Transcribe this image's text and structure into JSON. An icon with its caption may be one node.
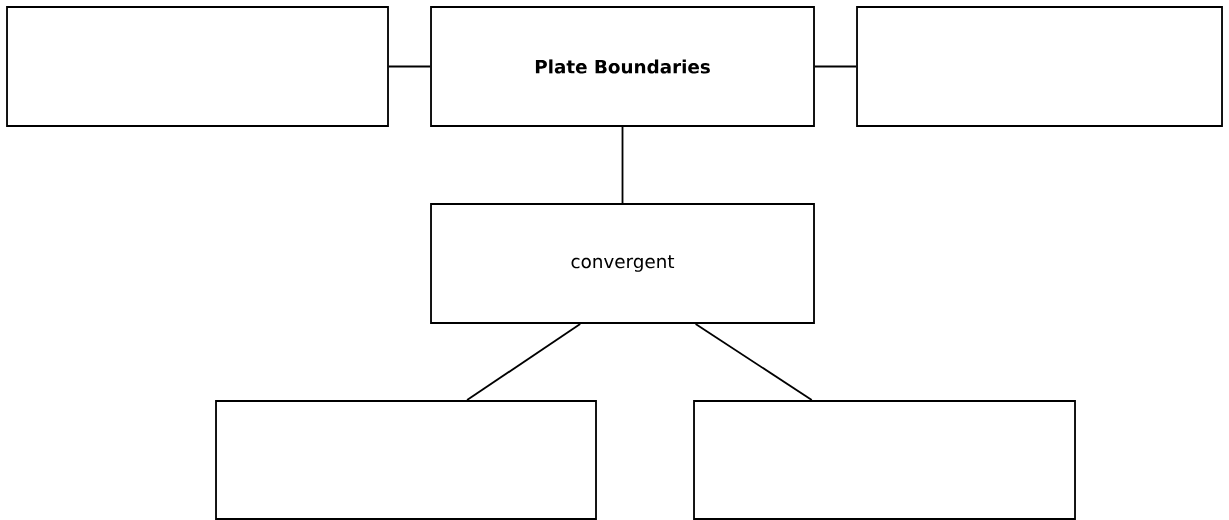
{
  "diagram": {
    "nodes": [
      {
        "text": [],
        "shape": "box"
      },
      {
        "text": [
          "**Plate Boundaries**"
        ]
      },
      {
        "text": [],
        "shape": "box"
      },
      {
        "text": [
          "convergent"
        ]
      },
      {
        "text": [],
        "shape": "box"
      },
      {
        "text": [],
        "shape": "box"
      }
    ],
    "edges": [
      {
        "from": 1,
        "to": 0,
        "arrow": "none"
      },
      {
        "from": 1,
        "to": 2,
        "arrow": "none"
      },
      {
        "from": 1,
        "to": 3,
        "arrow": "none"
      },
      {
        "from": 3,
        "to": 4,
        "arrow": "none"
      },
      {
        "from": 3,
        "to": 5,
        "arrow": "none"
      }
    ]
  }
}
